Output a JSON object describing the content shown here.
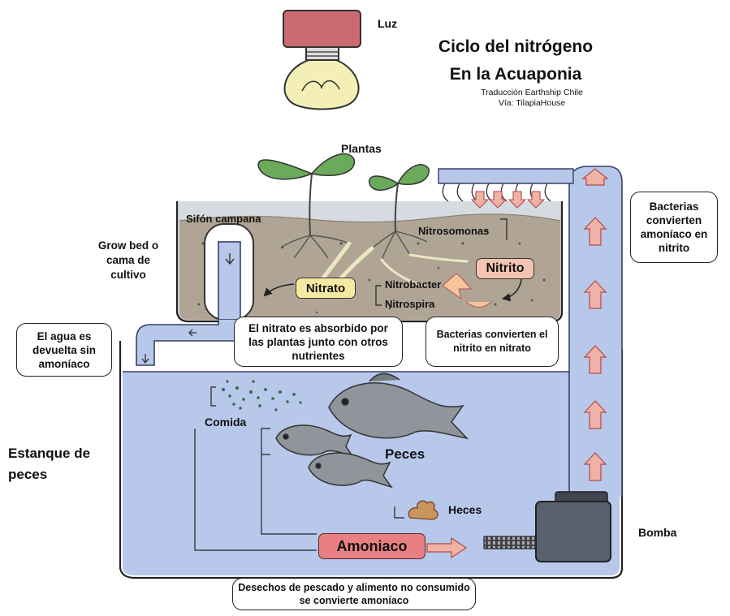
{
  "header": {
    "light_label": "Luz",
    "title_line1": "Ciclo del nitrógeno",
    "title_line2": "En la Acuaponia",
    "credit_line1": "Traducción Earthship Chile",
    "credit_line2": "Vía: TilapiaHouse"
  },
  "grow_bed": {
    "plants_label": "Plantas",
    "siphon_label": "Sifón campana",
    "bed_label": "Grow bed o cama de cultivo",
    "nitrosomonas": "Nitrosomonas",
    "nitrito": "Nitrito",
    "nitrato": "Nitrato",
    "nitrobacter": "Nitrobacter",
    "nitrospira": "Nitrospira"
  },
  "notes": {
    "water_returned": "El agua es devuelta sin amoníaco",
    "nitrate_absorbed": "El nitrato es absorbido por las plantas junto con otros nutrientes",
    "bacteria_nitrite_nitrate": "Bacterias convierten el nitrito en nitrato",
    "bacteria_ammonia_nitrite": "Bacterias convierten amoníaco en nitrito",
    "waste_to_ammonia": "Desechos de pescado y alimento no consumido se convierte amoníaco"
  },
  "tank": {
    "tank_label": "Estanque de peces",
    "food_label": "Comida",
    "fish_label": "Peces",
    "feces_label": "Heces",
    "ammonia_label": "Amoniaco",
    "pump_label": "Bomba"
  },
  "colors": {
    "water": "#b7c8ea",
    "water_edge": "#3b3f66",
    "soil": "#b0a594",
    "nitrate_fill": "#f6eaa3",
    "nitrite_fill": "#f3c4b0",
    "ammonia_fill": "#e87f82",
    "light_box": "#cc6a72",
    "bulb": "#f3efb6",
    "leaf": "#6aaa5a",
    "arrow": "#f0b2a6"
  }
}
